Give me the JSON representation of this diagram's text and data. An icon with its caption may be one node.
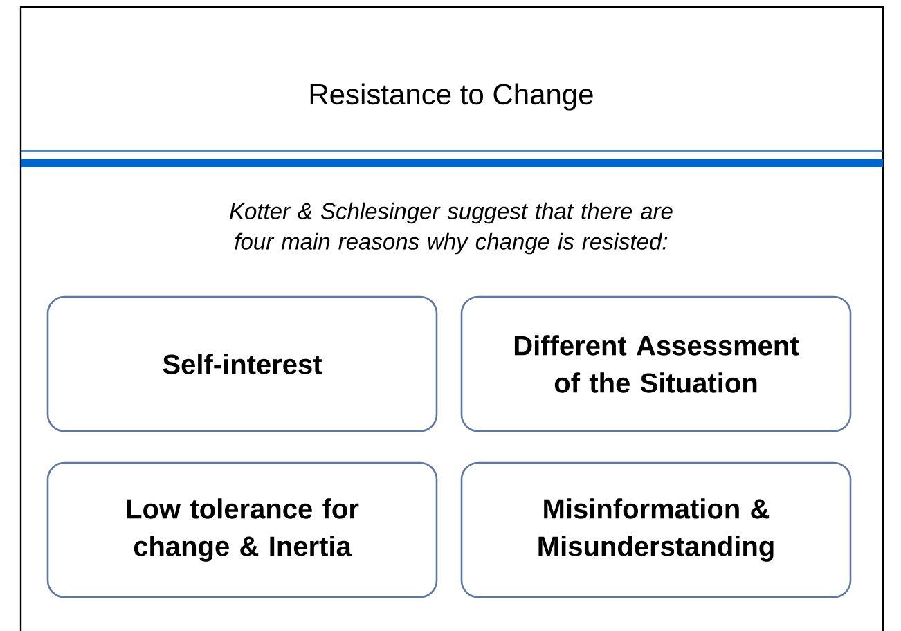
{
  "diagram": {
    "title": "Resistance to Change",
    "nodes": [
      {
        "text": [
          "Self-interest"
        ]
      },
      {
        "text": [
          "Different Assessment of the Situation"
        ]
      },
      {
        "text": [
          "Low tolerance for change & Inertia"
        ]
      },
      {
        "text": [
          "Misinformation & Misunderstanding"
        ]
      }
    ],
    "labels": [
      "Kotter & Schlesinger suggest that there are four main reasons why change is resisted:"
    ]
  }
}
